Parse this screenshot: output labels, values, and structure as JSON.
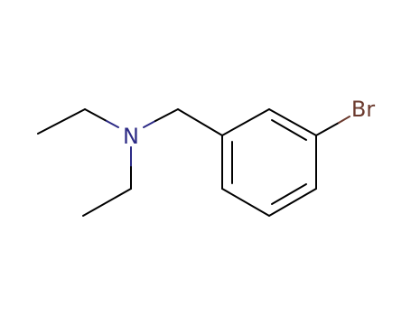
{
  "molecule": {
    "atoms": [
      {
        "id": "N",
        "label": "N",
        "color": "#2d2b86"
      },
      {
        "id": "Br",
        "label": "Br",
        "color": "#6b3a2e"
      }
    ],
    "bond_color": "#000000",
    "hetero_bond_color": "#2d2b86"
  }
}
